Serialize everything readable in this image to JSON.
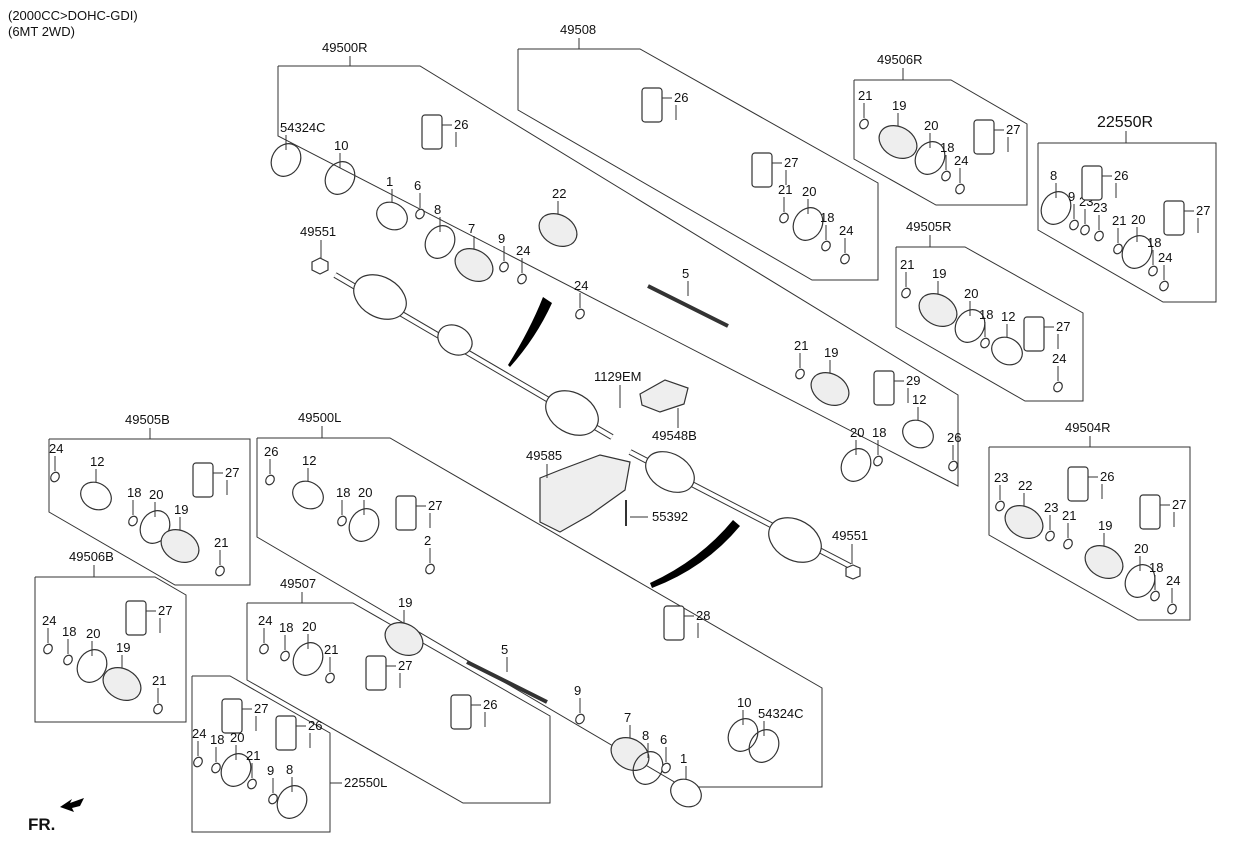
{
  "header": {
    "line1": "(2000CC>DOHC-GDI)",
    "line2": "(6MT 2WD)"
  },
  "direction_label": "FR.",
  "assemblies": {
    "a49500R": {
      "id": "49500R",
      "callouts": [
        "54324C",
        "10",
        "1",
        "26",
        "6",
        "8",
        "7",
        "9",
        "24",
        "22",
        "24",
        "5",
        "21",
        "19",
        "29",
        "20",
        "18",
        "12",
        "26"
      ]
    },
    "a49508": {
      "id": "49508",
      "callouts": [
        "26",
        "27",
        "21",
        "20",
        "18",
        "24"
      ]
    },
    "a49506R": {
      "id": "49506R",
      "callouts": [
        "21",
        "19",
        "20",
        "18",
        "24",
        "27"
      ]
    },
    "a22550R": {
      "id": "22550R",
      "callouts": [
        "8",
        "9",
        "23",
        "23",
        "21",
        "20",
        "18",
        "24",
        "26",
        "27"
      ]
    },
    "a49505R": {
      "id": "49505R",
      "callouts": [
        "21",
        "19",
        "20",
        "18",
        "12",
        "27",
        "24"
      ]
    },
    "a49504R": {
      "id": "49504R",
      "callouts": [
        "23",
        "22",
        "23",
        "21",
        "19",
        "20",
        "18",
        "24",
        "26",
        "27"
      ]
    },
    "a49505B": {
      "id": "49505B",
      "callouts": [
        "24",
        "12",
        "18",
        "20",
        "19",
        "21",
        "27"
      ]
    },
    "a49506B": {
      "id": "49506B",
      "callouts": [
        "24",
        "18",
        "20",
        "19",
        "21",
        "27"
      ]
    },
    "a49500L": {
      "id": "49500L",
      "callouts": [
        "26",
        "12",
        "18",
        "20",
        "27",
        "2",
        "19",
        "5",
        "9",
        "7",
        "28",
        "8",
        "6",
        "1",
        "10",
        "54324C"
      ]
    },
    "a49507": {
      "id": "49507",
      "callouts": [
        "24",
        "18",
        "20",
        "21",
        "27",
        "26"
      ]
    },
    "a22550L": {
      "id": "22550L",
      "callouts": [
        "27",
        "26",
        "24",
        "18",
        "20",
        "21",
        "9",
        "8"
      ]
    }
  },
  "loose_parts": {
    "nut_top": "49551",
    "nut_bottom": "49551",
    "bolt": "1129EM",
    "bracket": "49548B",
    "heat_shield": "49585",
    "bolt2": "55392"
  }
}
